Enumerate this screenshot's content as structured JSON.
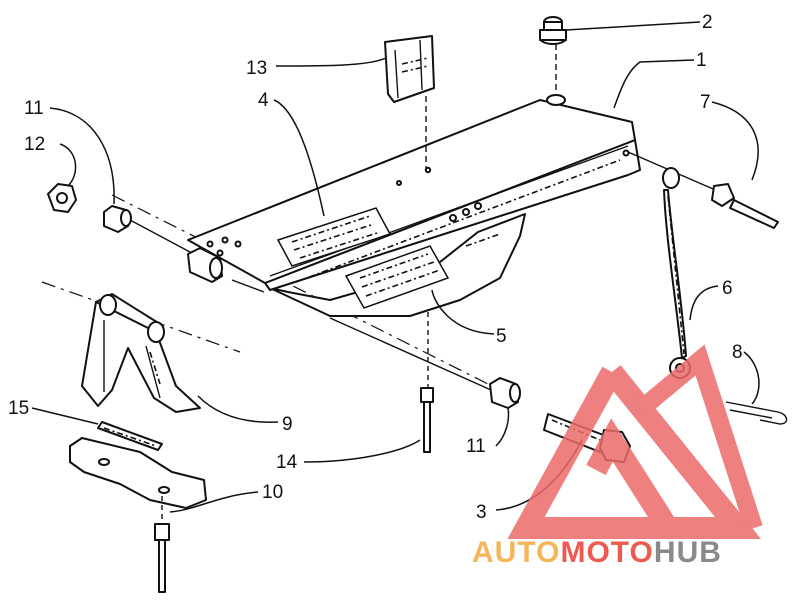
{
  "diagram": {
    "callouts": {
      "c1": "1",
      "c2": "2",
      "c3": "3",
      "c4": "4",
      "c5": "5",
      "c6": "6",
      "c7": "7",
      "c8": "8",
      "c9": "9",
      "c10": "10",
      "c11a": "11",
      "c11b": "11",
      "c12": "12",
      "c13": "13",
      "c14": "14",
      "c15": "15"
    },
    "watermark": {
      "brand_part1": "AUTO",
      "brand_part2": "MOTO",
      "brand_part3": "HUB",
      "colors": {
        "orange": "#f5b65a",
        "red": "#e8474a",
        "gray": "#8a8a8a"
      }
    }
  }
}
